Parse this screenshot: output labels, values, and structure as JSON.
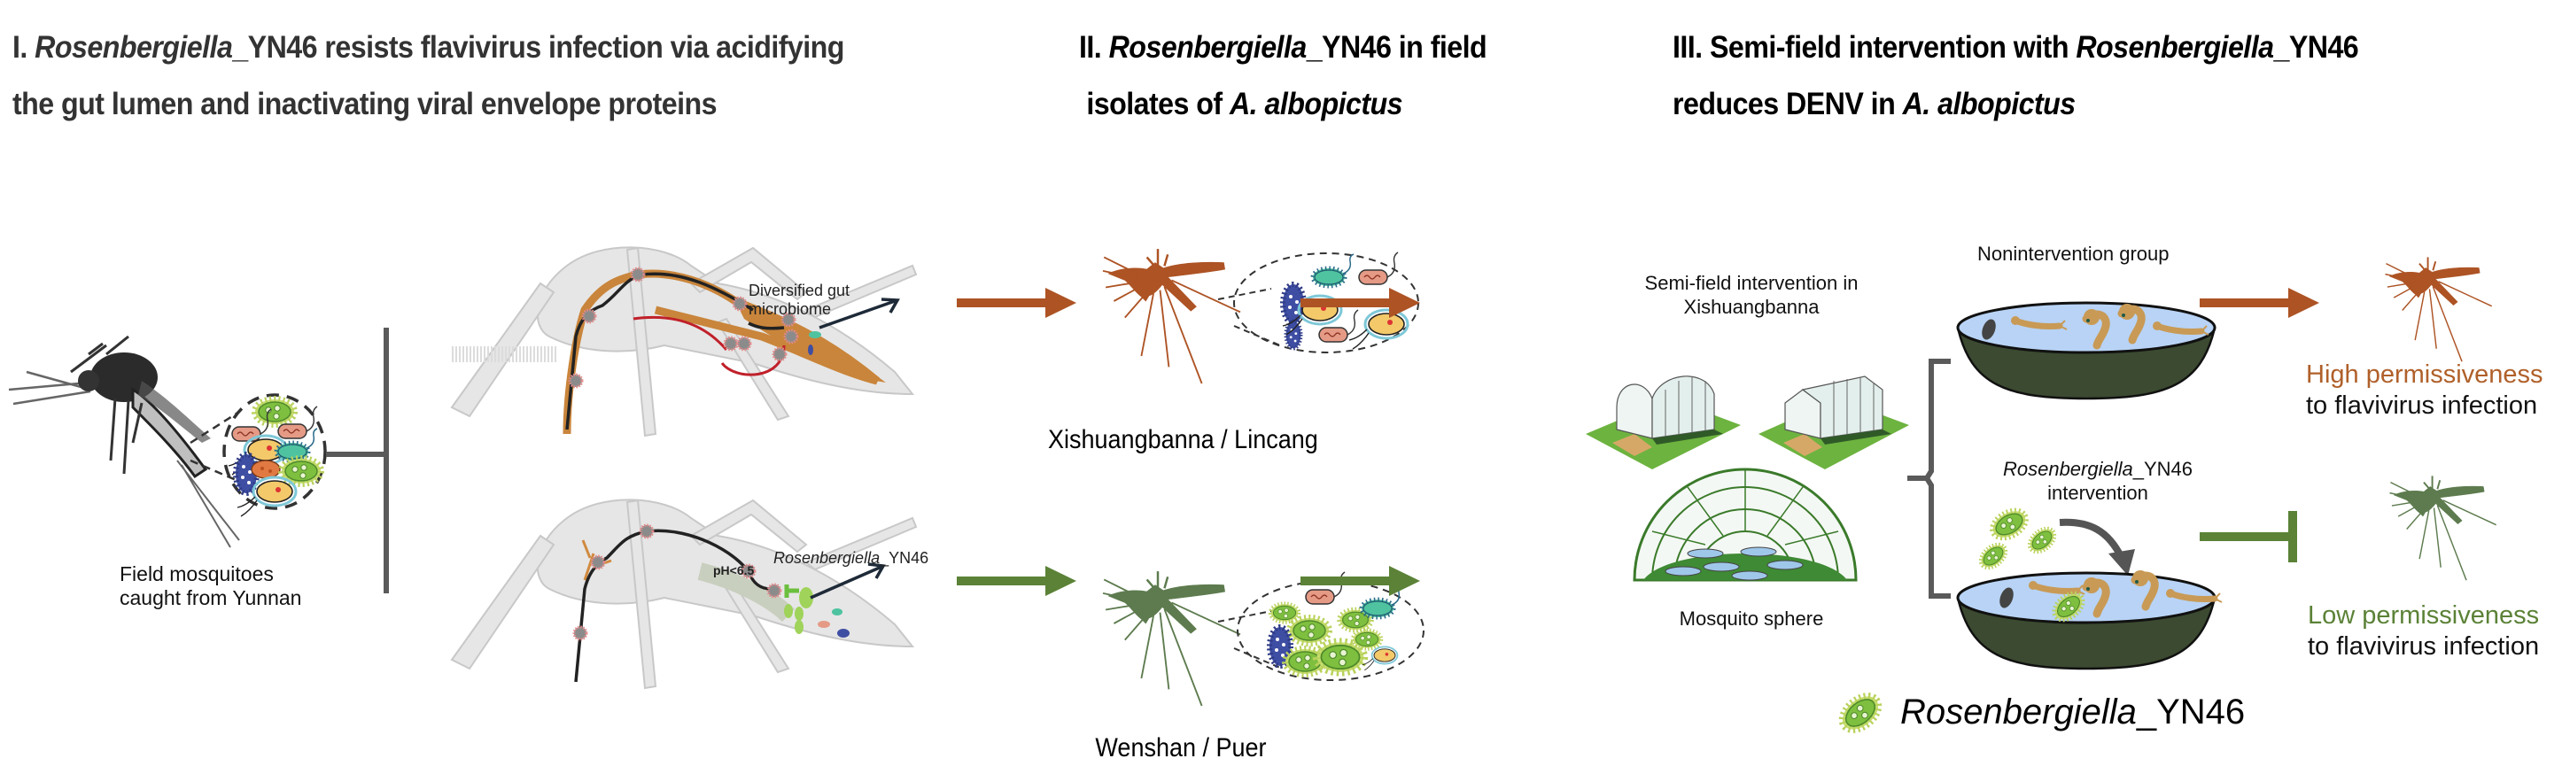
{
  "sections": [
    {
      "id": "I",
      "title_line1": [
        {
          "text": "I. ",
          "italic": false
        },
        {
          "text": "Rosenbergiella",
          "italic": true
        },
        {
          "text": "_YN46 resists flavivirus infection via acidifying",
          "italic": false
        }
      ],
      "title_line2": "the gut lumen and inactivating viral envelope proteins"
    },
    {
      "id": "II",
      "title_line1": [
        {
          "text": "II. ",
          "italic": false
        },
        {
          "text": "Rosenbergiella",
          "italic": true
        },
        {
          "text": "_YN46 in field",
          "italic": false
        }
      ],
      "title_line2": [
        {
          "text": " isolates of ",
          "italic": false
        },
        {
          "text": "A. albopictus",
          "italic": true
        }
      ]
    },
    {
      "id": "III",
      "title_line1": [
        {
          "text": "III. Semi-field intervention with ",
          "italic": false
        },
        {
          "text": "Rosenbergiella",
          "italic": true
        },
        {
          "text": "_YN46",
          "italic": false
        }
      ],
      "title_line2": [
        {
          "text": "reduces DENV in ",
          "italic": false
        },
        {
          "text": "A. albopictus",
          "italic": true
        }
      ]
    }
  ],
  "section1": {
    "field_label_line1": "Field mosquitoes",
    "field_label_line2": "caught from Yunnan",
    "top_diagram_label_line1": "Diversified gut",
    "top_diagram_label_line2": "microbiome",
    "bottom_diagram_label_italic": "Rosenbergiella",
    "bottom_diagram_label_rest": "_YN46",
    "ph_label": "pH<6.5"
  },
  "section2": {
    "top_location": "Xishuangbanna / Lincang",
    "bottom_location": "Wenshan / Puer"
  },
  "section3": {
    "semifield_line1": "Semi-field intervention in",
    "semifield_line2": "Xishuangbanna",
    "sphere_label": "Mosquito sphere",
    "nonintervention_label": "Nonintervention group",
    "intervention_italic": "Rosenbergiella",
    "intervention_rest": "_YN46",
    "intervention_line2": "intervention",
    "high_outcome": "High permissiveness",
    "high_outcome_line2": "to flavivirus infection",
    "low_outcome": "Low permissiveness",
    "low_outcome_line2": "to flavivirus infection"
  },
  "legend": {
    "icon": "bacterium-icon",
    "label_italic": "Rosenbergiella",
    "label_rest": "_YN46"
  },
  "colors": {
    "high_permissive": "#ad5324",
    "low_permissive": "#5b8237",
    "bracket": "#5a5a5a",
    "title_I": "#333333",
    "title_II_III": "#000000"
  }
}
